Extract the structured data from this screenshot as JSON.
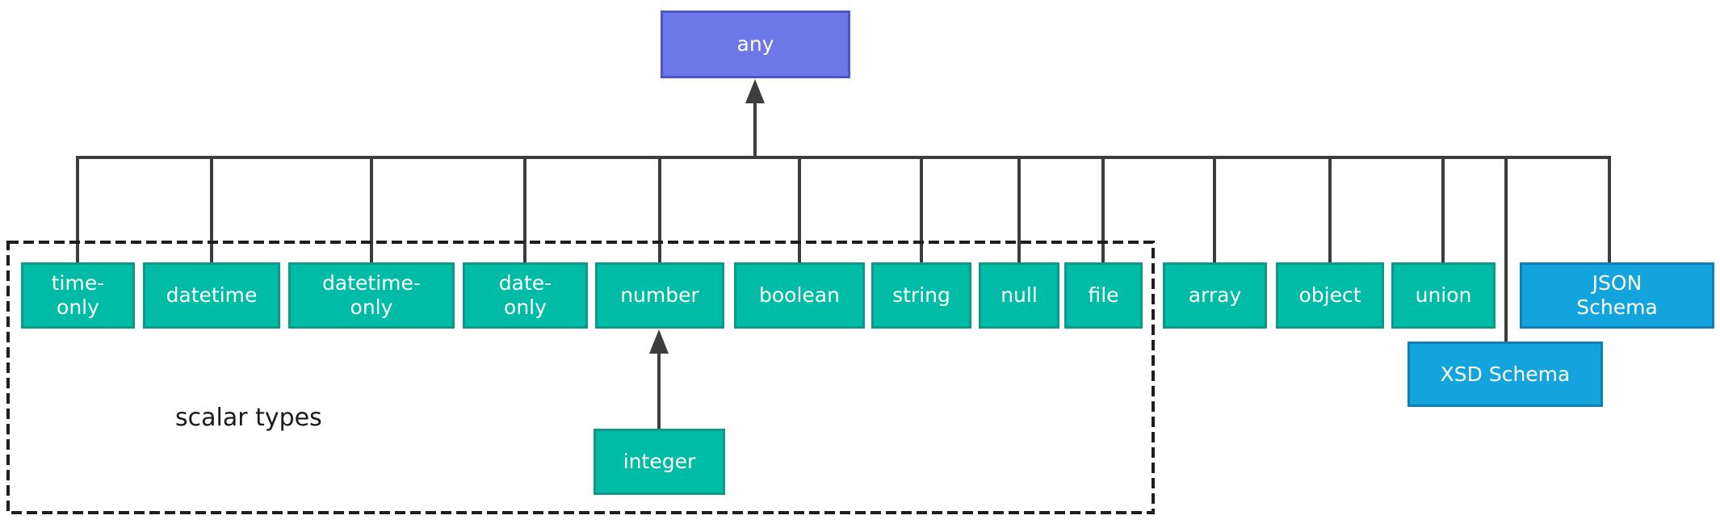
{
  "diagram": {
    "group_label": "scalar types",
    "nodes": {
      "any": "any",
      "time_only": "time-\nonly",
      "datetime": "datetime",
      "datetime_only": "datetime-\nonly",
      "date_only": "date-\nonly",
      "number": "number",
      "boolean": "boolean",
      "string": "string",
      "null": "null",
      "file": "file",
      "array": "array",
      "object": "object",
      "union": "union",
      "json_schema": "JSON\nSchema",
      "xsd_schema": "XSD Schema",
      "integer": "integer"
    }
  },
  "colors": {
    "background": "#ffffff",
    "any_fill": "#6e77e8",
    "any_border": "#4d55c8",
    "scalar_fill": "#00bca6",
    "scalar_border": "#0a9a89",
    "schema_fill": "#14a4dd",
    "schema_border": "#0d80b5",
    "connector": "#3d3d3d",
    "group_border": "#1e1e1e",
    "node_text": "#ffffff",
    "label_text": "#1a1a1a"
  }
}
